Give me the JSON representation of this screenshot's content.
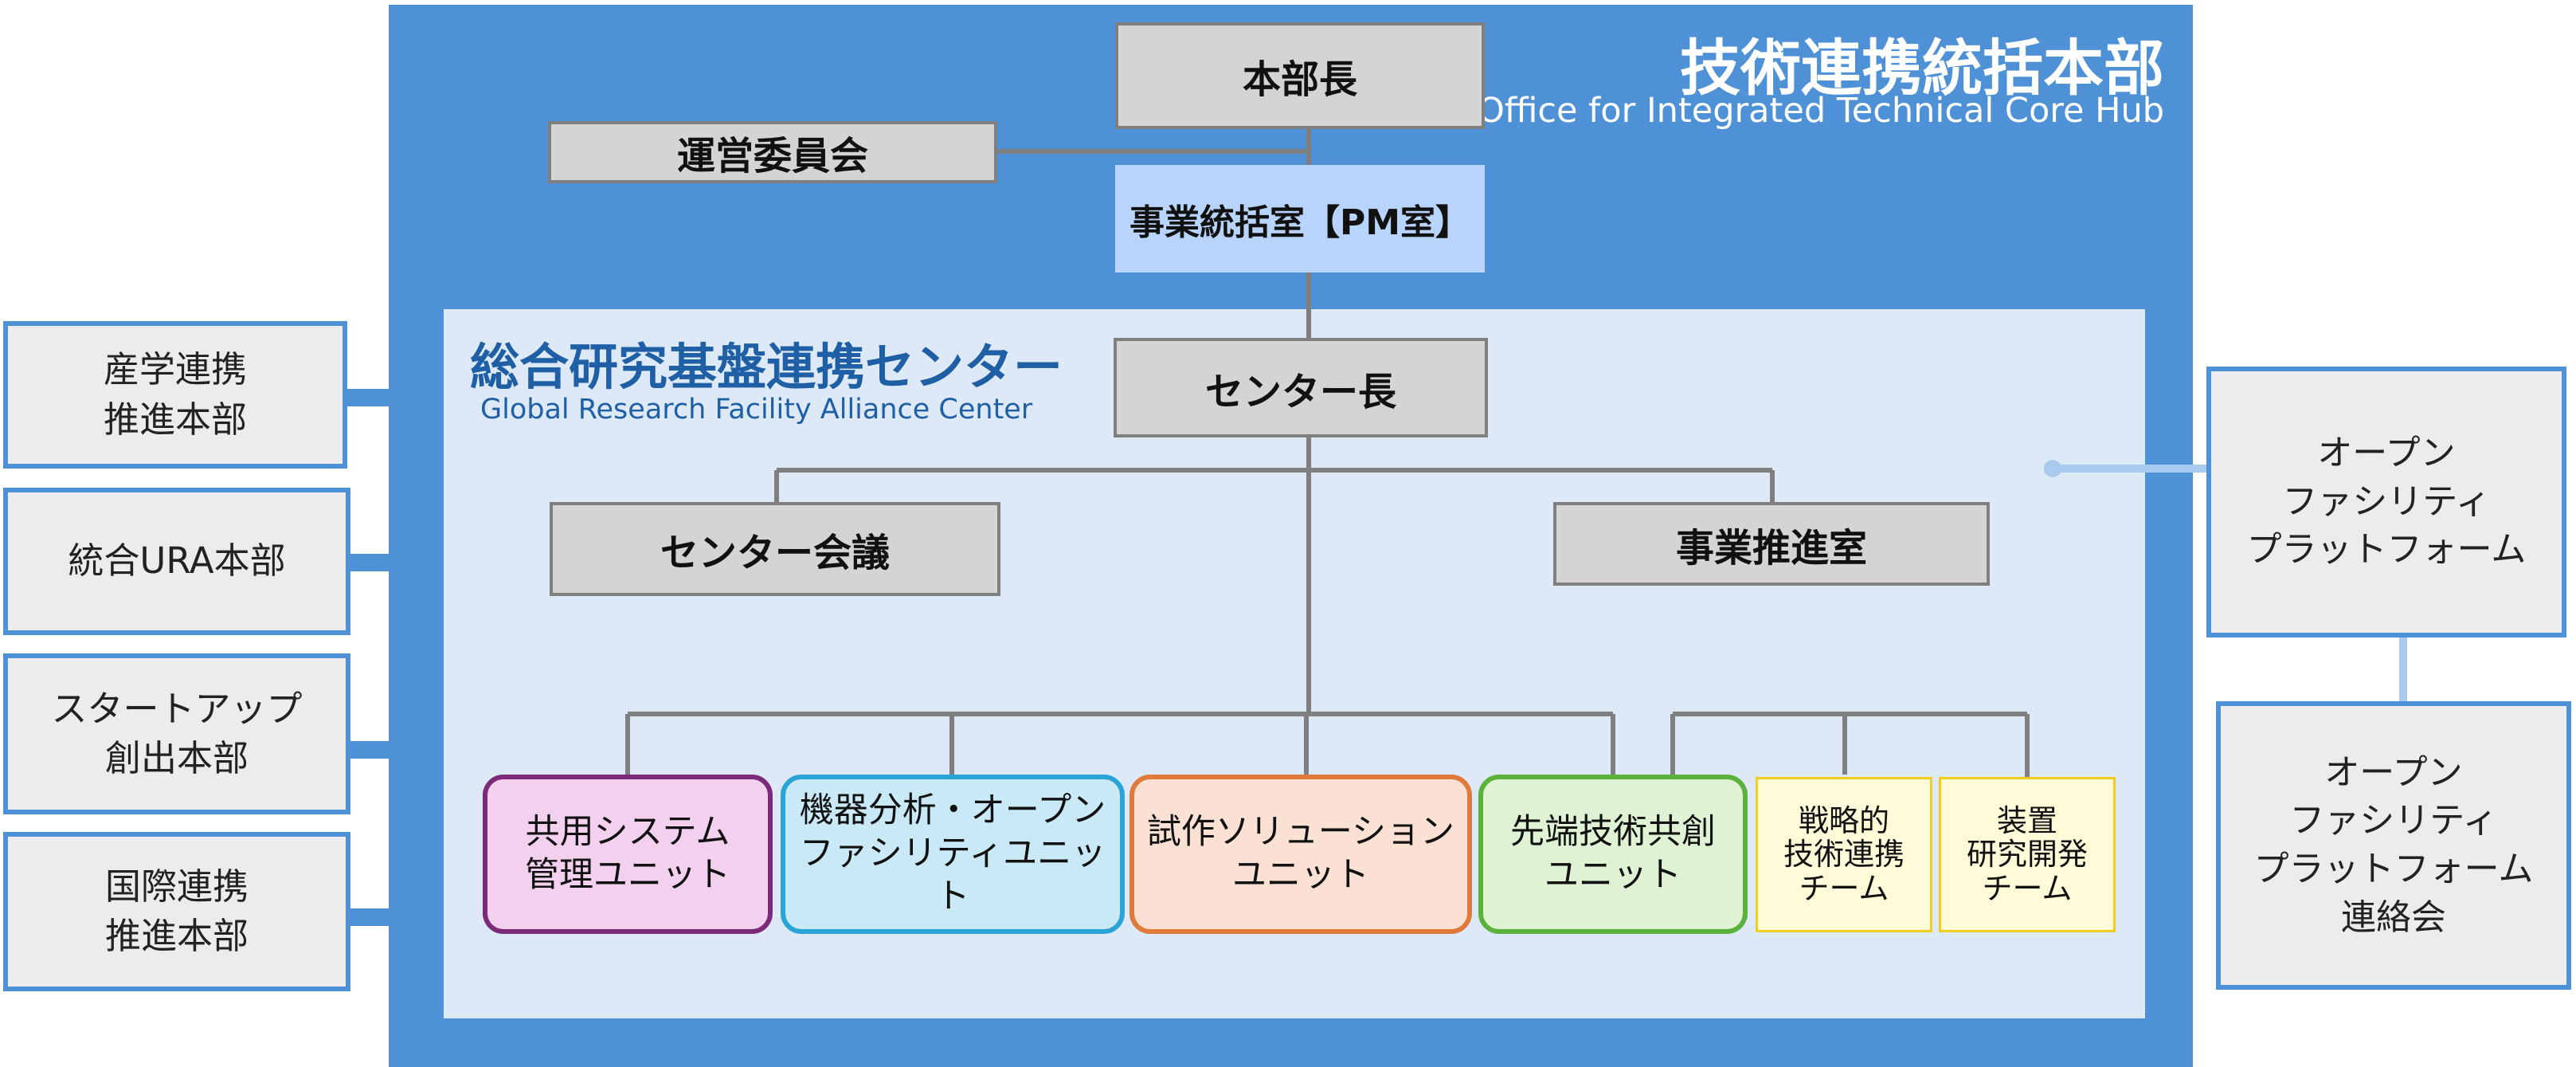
{
  "colors": {
    "hq_bg": "#4e91d6",
    "center_bg": "#dde9f6",
    "center_title": "#1f5fa5",
    "pm_bg": "#b8d4fa",
    "line": "#7f7f7f"
  },
  "headquarters": {
    "title": "技術連携統括本部",
    "subtitle": "Office for Integrated Technical Core Hub"
  },
  "hq_nodes": {
    "director": "本部長",
    "steering_committee": "運営委員会",
    "pm_office": "事業統括室【PM室】"
  },
  "center": {
    "title": "総合研究基盤連携センター",
    "subtitle": "Global Research Facility Alliance Center",
    "director": "センター長",
    "council": "センター会議",
    "promotion_office": "事業推進室"
  },
  "units": [
    {
      "label": "共用システム\n管理ユニット",
      "border": "#7b2a7a",
      "fill": "#f2d0ee"
    },
    {
      "label": "機器分析・オープン\nファシリティユニット",
      "border": "#2aa3d6",
      "fill": "#c9e9f7"
    },
    {
      "label": "試作ソリューション\nユニット",
      "border": "#e07a3c",
      "fill": "#fbe1d4"
    },
    {
      "label": "先端技術共創\nユニット",
      "border": "#5ab23c",
      "fill": "#dff3d4"
    }
  ],
  "teams": [
    {
      "label": "戦略的\n技術連携\nチーム"
    },
    {
      "label": "装置\n研究開発\nチーム"
    }
  ],
  "left_units": [
    {
      "label": "産学連携\n推進本部"
    },
    {
      "label": "統合URA本部"
    },
    {
      "label": "スタートアップ\n創出本部"
    },
    {
      "label": "国際連携\n推進本部"
    }
  ],
  "right_units": [
    {
      "label": "オープン\nファシリティ\nプラットフォーム"
    },
    {
      "label": "オープン\nファシリティ\nプラットフォーム\n連絡会"
    }
  ]
}
